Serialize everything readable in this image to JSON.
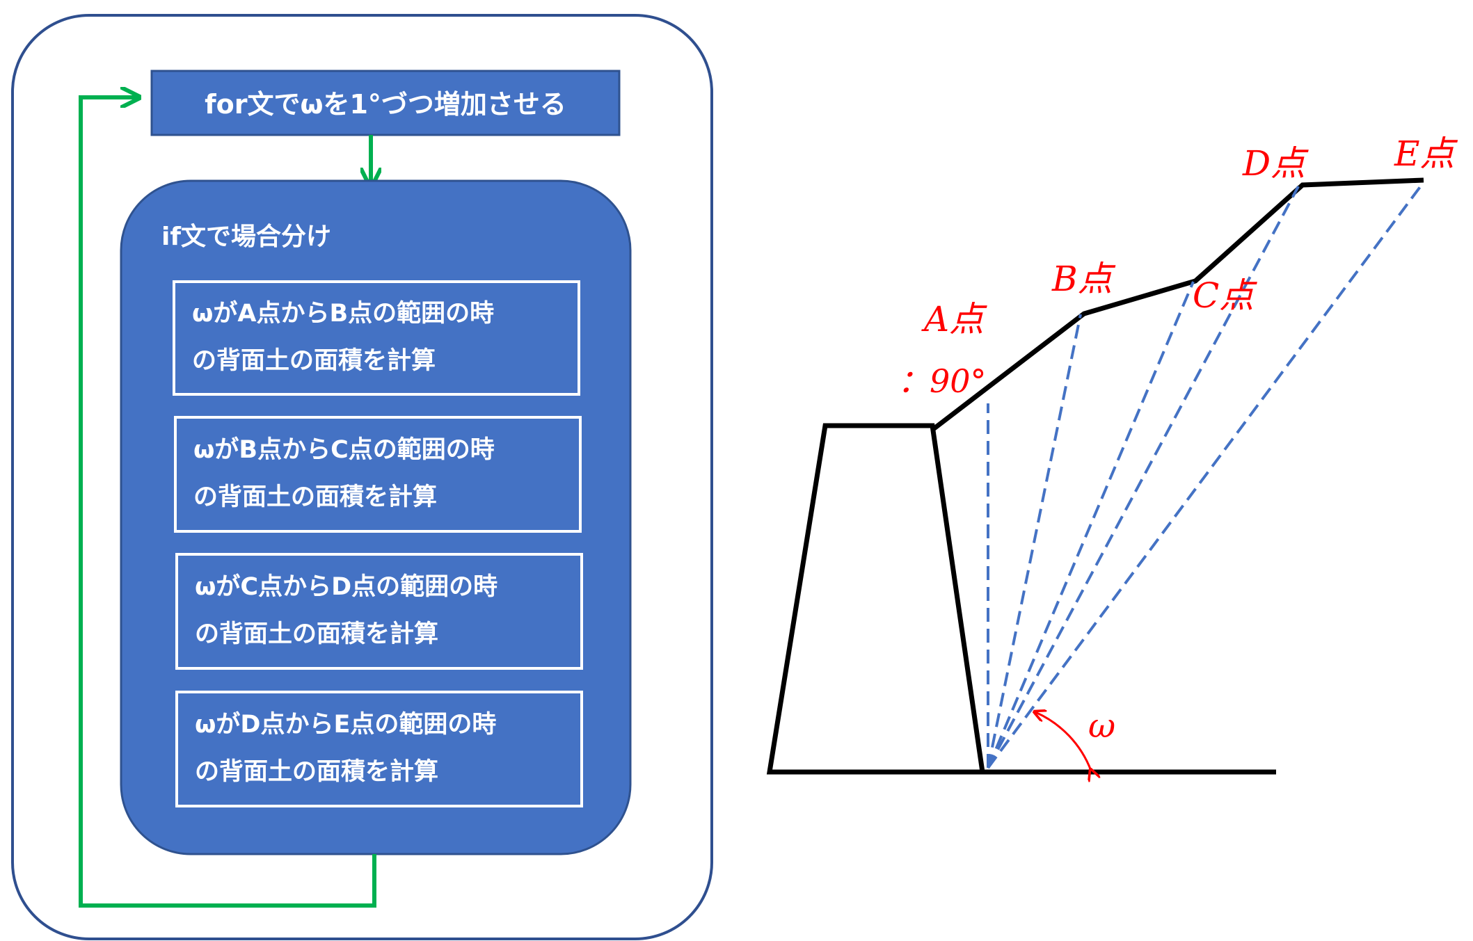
{
  "flowchart": {
    "loop_header": "for文でωを1°づつ増加させる",
    "if_title": "if文で場合分け",
    "cases": [
      {
        "line1": "ωがA点からB点の範囲の時",
        "line2": "の背面土の面積を計算"
      },
      {
        "line1": "ωがB点からC点の範囲の時",
        "line2": "の背面土の面積を計算"
      },
      {
        "line1": "ωがC点からD点の範囲の時",
        "line2": "の背面土の面積を計算"
      },
      {
        "line1": "ωがD点からE点の範囲の時",
        "line2": "の背面土の面積を計算"
      }
    ]
  },
  "slope_diagram": {
    "point_labels": {
      "A": "A点",
      "B": "B点",
      "C": "C点",
      "D": "D点",
      "E": "E点"
    },
    "a_angle_label": "：90°",
    "omega_label": "ω"
  },
  "colors": {
    "box_fill": "#4472c4",
    "outer_border": "#2f4f8f",
    "loop_arrow": "#00b050",
    "label_red": "#ff0000",
    "dashed_line": "#4472c4"
  }
}
